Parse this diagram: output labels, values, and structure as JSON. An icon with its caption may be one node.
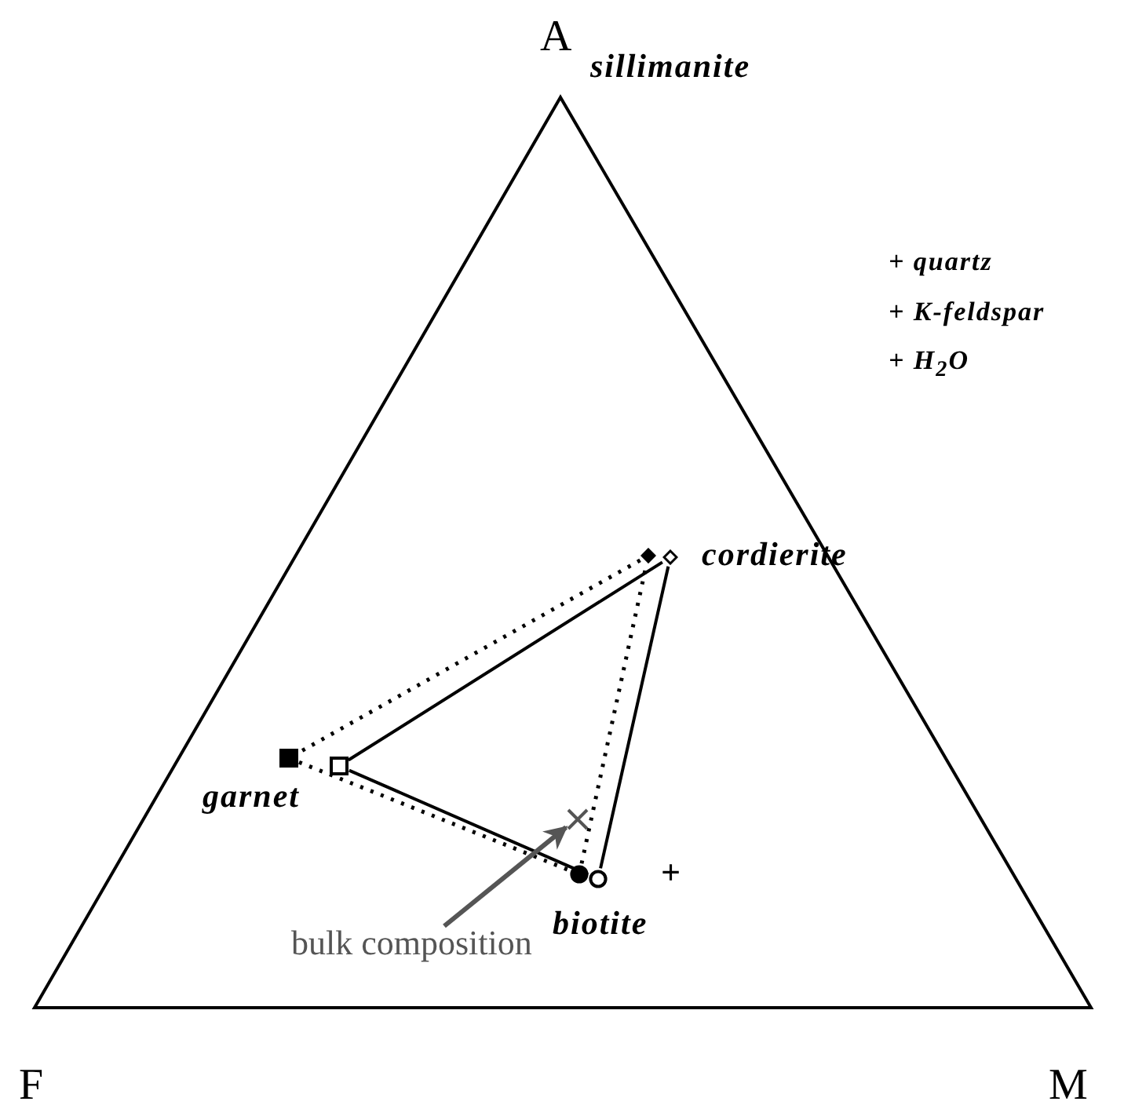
{
  "diagram": {
    "nodes": [
      {
        "text": [],
        "shape": "diamond"
      },
      {
        "text": [],
        "shape": "diamond",
        "beside": [
          "cordierite"
        ]
      },
      {
        "text": [],
        "shape": "box"
      },
      {
        "text": [],
        "shape": "box",
        "beside": [
          "garnet"
        ]
      },
      {
        "text": [],
        "shape": "circle"
      },
      {
        "text": [],
        "shape": "circle",
        "beside": [
          "biotite"
        ]
      },
      {
        "text": [],
        "shape": "cross"
      },
      {
        "text": [
          "bulk composition"
        ]
      }
    ],
    "edges": [
      {
        "from": 1,
        "to": 3,
        "arrow": "none"
      },
      {
        "from": 3,
        "to": 5,
        "arrow": "none"
      },
      {
        "from": 5,
        "to": 1,
        "arrow": "none"
      },
      {
        "from": 0,
        "to": 2,
        "arrow": "none",
        "style": "dashed"
      },
      {
        "from": 2,
        "to": 4,
        "arrow": "none",
        "style": "dashed"
      },
      {
        "from": 4,
        "to": 0,
        "arrow": "none",
        "style": "dashed"
      },
      {
        "from": 7,
        "to": 6,
        "arrow": "to",
        "color": "#555555"
      }
    ],
    "labels": [
      "A",
      "sillimanite",
      "+ quartz",
      "+ K-feldspar",
      "+ H$_{2}$O",
      "+",
      "F",
      "M"
    ]
  }
}
